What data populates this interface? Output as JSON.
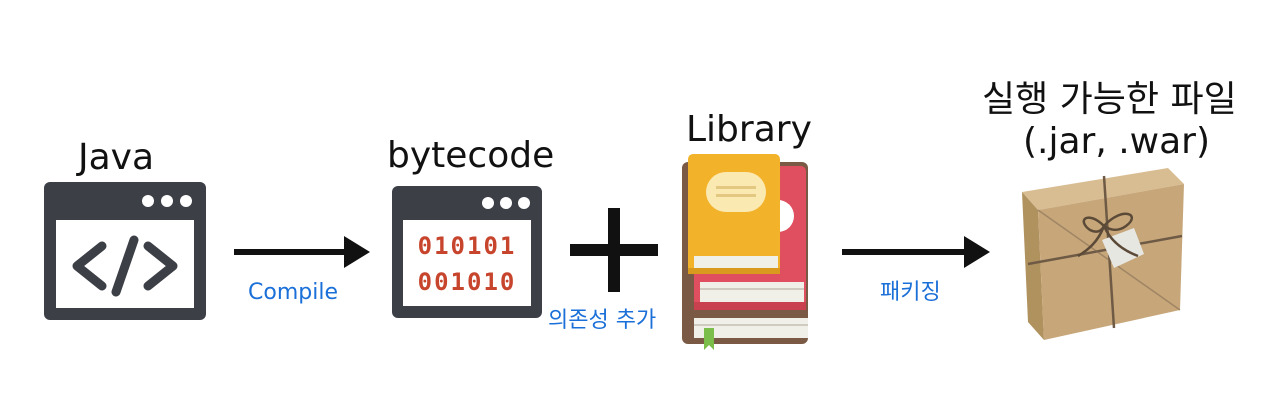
{
  "stages": {
    "java": {
      "label": "Java",
      "icon": "code-window-icon"
    },
    "bytecode": {
      "label": "bytecode",
      "icon": "binary-window-icon",
      "line1": "010101",
      "line2": "001010"
    },
    "library": {
      "label": "Library",
      "icon": "books-icon"
    },
    "output": {
      "line1": "실행 가능한 파일",
      "line2": "(.jar, .war)",
      "icon": "package-box-icon"
    }
  },
  "edges": {
    "compile": "Compile",
    "dependency": "의존성 추가",
    "packaging": "패키징"
  },
  "colors": {
    "text": "#111111",
    "edge_label": "#1a6fd8",
    "window": "#3c4046",
    "binary": "#c7452d",
    "book_yellow": "#f2b32a",
    "book_red": "#df4f5f",
    "book_brown": "#7a5a44",
    "box": "#c7a77a"
  }
}
